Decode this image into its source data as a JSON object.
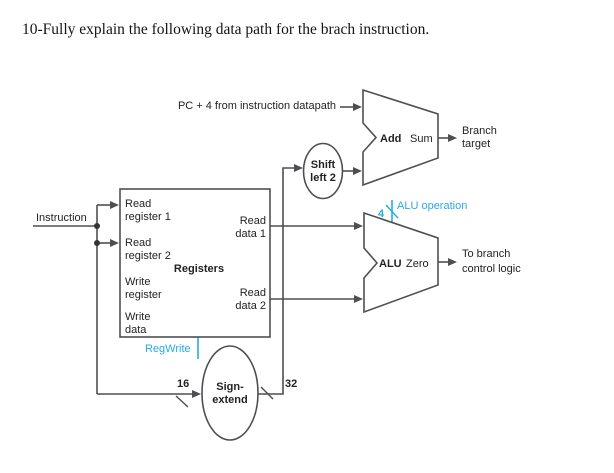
{
  "colors": {
    "accent_cyan": "#29abe2",
    "line_gray": "#4d4f52",
    "text_dark": "#232323"
  },
  "question": {
    "title": "10-Fully explain the following data path for the brach instruction."
  },
  "diagram": {
    "pc4_label": "PC + 4 from instruction datapath",
    "instruction_label": "Instruction",
    "registers": {
      "title": "Registers",
      "control_label": "RegWrite",
      "left_ports": [
        {
          "line1": "Read",
          "line2": "register 1"
        },
        {
          "line1": "Read",
          "line2": "register 2"
        },
        {
          "line1": "Write",
          "line2": "register"
        },
        {
          "line1": "Write",
          "line2": "data"
        }
      ],
      "right_ports": [
        {
          "line1": "Read",
          "line2": "data 1"
        },
        {
          "line1": "Read",
          "line2": "data 2"
        }
      ]
    },
    "shift_left_2": {
      "line1": "Shift",
      "line2": "left 2"
    },
    "sign_extend": {
      "line1": "Sign-",
      "line2": "extend",
      "input_width": "16",
      "output_width": "32"
    },
    "adder": {
      "label": "Add",
      "output_label": "Sum"
    },
    "alu": {
      "label": "ALU",
      "output_label": "Zero",
      "control_width": "4",
      "control_label": "ALU operation"
    },
    "branch_target": {
      "line1": "Branch",
      "line2": "target"
    },
    "branch_control": {
      "line1": "To branch",
      "line2": "control logic"
    }
  }
}
